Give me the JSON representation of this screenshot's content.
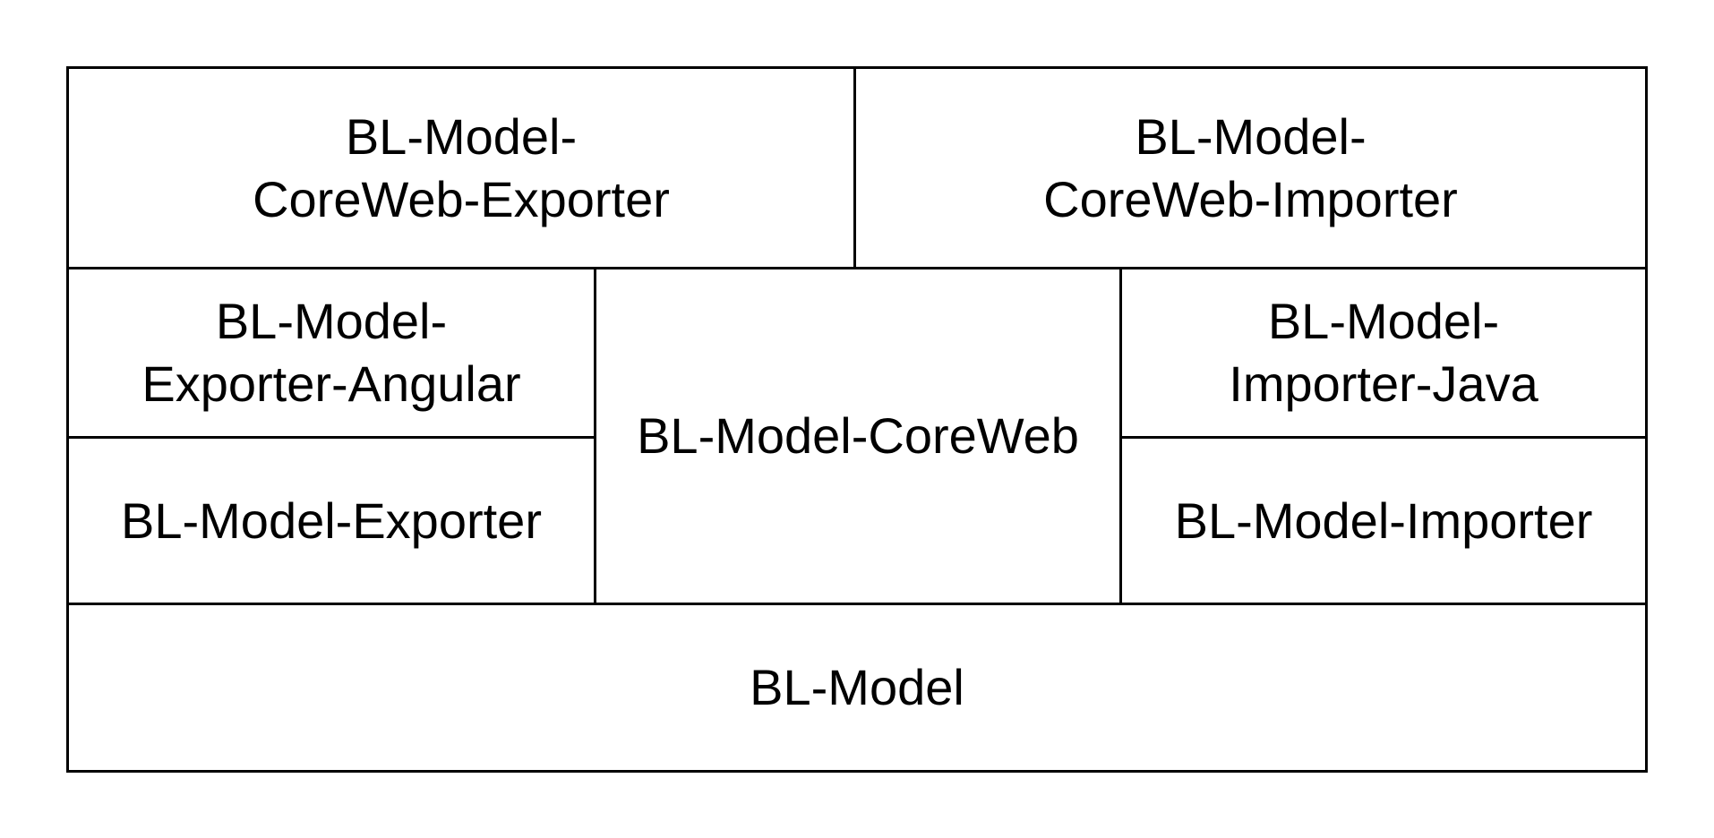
{
  "diagram": {
    "boxes": {
      "coreweb_exporter": "BL-Model-\nCoreWeb-Exporter",
      "coreweb_importer": "BL-Model-\nCoreWeb-Importer",
      "exporter_angular": "BL-Model-\nExporter-Angular",
      "importer_java": "BL-Model-\nImporter-Java",
      "coreweb": "BL-Model-CoreWeb",
      "exporter": "BL-Model-Exporter",
      "importer": "BL-Model-Importer",
      "model": "BL-Model"
    }
  }
}
